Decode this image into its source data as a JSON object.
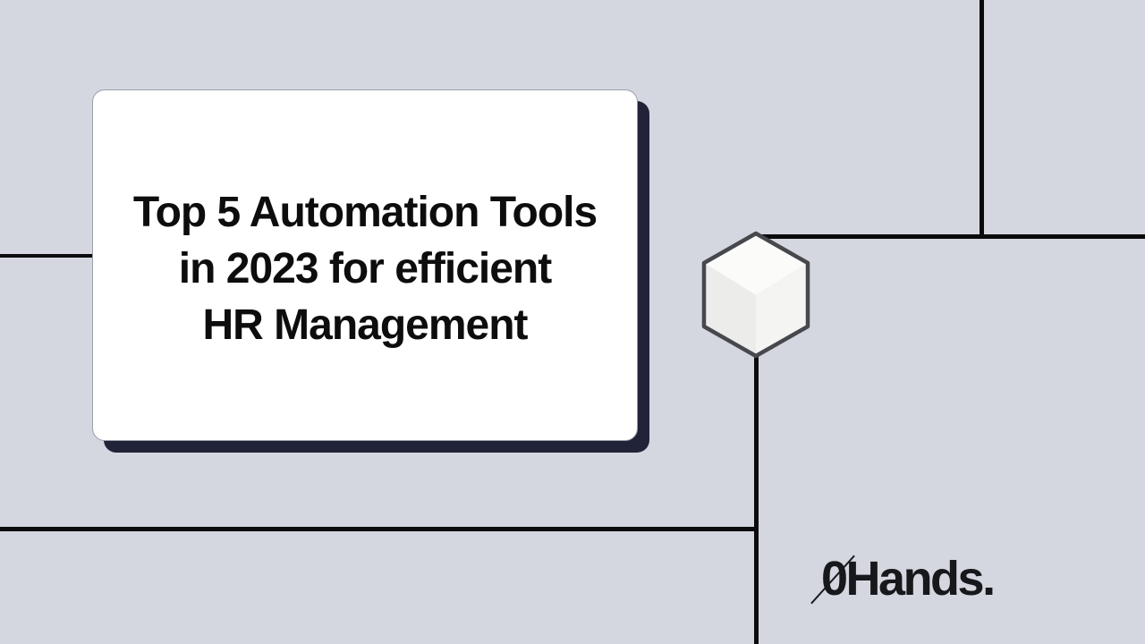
{
  "card": {
    "title_lines": [
      "Top 5 Automation Tools",
      "in 2023 for efficient",
      "HR Management"
    ]
  },
  "logo": {
    "zero": "0",
    "name": "Hands",
    "period": "."
  },
  "icons": {
    "cube": "isometric-cube-icon"
  },
  "colors": {
    "bg": "#d4d7df",
    "card_bg": "#ffffff",
    "card_border": "#9aa0ab",
    "card_shadow": "#212439",
    "line": "#0b0b0d",
    "title": "#0d0d0d",
    "logo": "#17181c",
    "cube_stroke": "#46484d",
    "cube_top": "#fbfbfa",
    "cube_left": "#ececea",
    "cube_right": "#f4f4f2"
  }
}
